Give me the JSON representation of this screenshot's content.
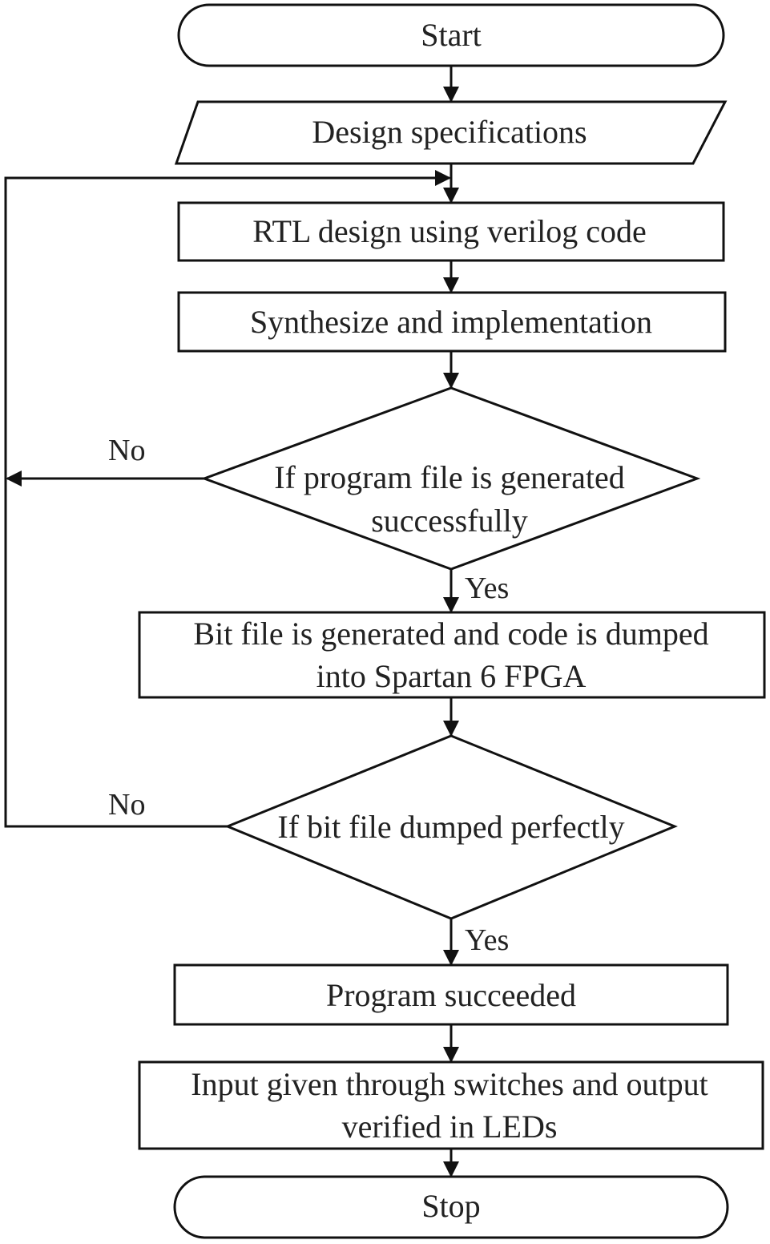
{
  "flowchart": {
    "start": "Start",
    "design_specs": "Design specifications",
    "rtl_design": "RTL design using verilog code",
    "synthesize": "Synthesize and implementation",
    "decision_program": [
      "If program file is generated",
      "successfully"
    ],
    "bit_file": [
      "Bit file is generated and code is dumped",
      "into Spartan 6 FPGA"
    ],
    "decision_bit": "If bit file dumped perfectly",
    "program_succeeded": "Program succeeded",
    "input_output": [
      "Input given through switches and output",
      "verified in LEDs"
    ],
    "stop": "Stop",
    "no_label_1": "No",
    "yes_label_1": "Yes",
    "no_label_2": "No",
    "yes_label_2": "Yes"
  }
}
